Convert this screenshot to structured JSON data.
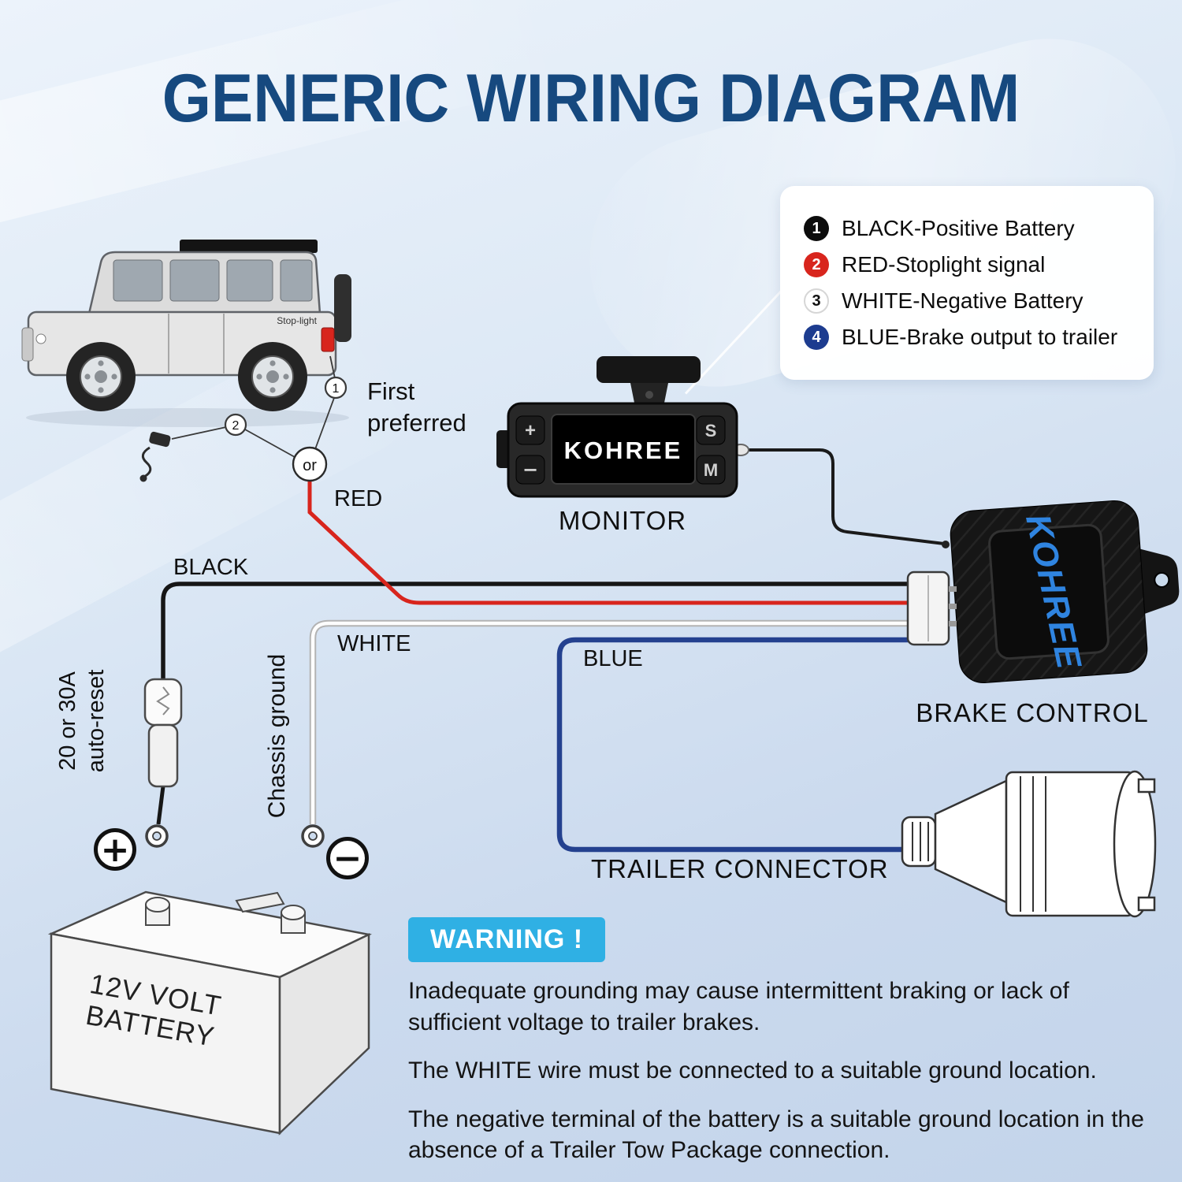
{
  "title": "GENERIC WIRING DIAGRAM",
  "colors": {
    "title_blue": "#16497f",
    "red_wire": "#d8251d",
    "black_wire": "#161616",
    "white_wire": "#ffffff",
    "blue_wire": "#24418f",
    "accent_cyan": "#2fb0e4",
    "legend_black": "#0c0c0c",
    "legend_red": "#d8251d",
    "legend_white": "#ffffff",
    "legend_blue": "#1d3c8f",
    "brand_blue": "#2f84e0"
  },
  "legend": {
    "items": [
      {
        "number": "1",
        "label": "BLACK-Positive Battery"
      },
      {
        "number": "2",
        "label": "RED-Stoplight signal"
      },
      {
        "number": "3",
        "label": "WHITE-Negative Battery"
      },
      {
        "number": "4",
        "label": "BLUE-Brake output to trailer"
      }
    ]
  },
  "vehicle": {
    "stoplight": "Stop-light",
    "marker_1": "1",
    "marker_2": "2",
    "or": "or",
    "first_preferred": "First preferred"
  },
  "wires": {
    "red": "RED",
    "black": "BLACK",
    "white": "WHITE",
    "blue": "BLUE",
    "chassis_ground": "Chassis ground",
    "fuse": "20 or 30A auto-reset"
  },
  "monitor": {
    "label": "MONITOR",
    "brand": "KOHREE",
    "btn_plus": "+",
    "btn_minus": "−",
    "btn_s": "S",
    "btn_m": "M"
  },
  "brake_control": {
    "label": "BRAKE CONTROL",
    "brand": "KOHREE"
  },
  "trailer_connector": {
    "label": "TRAILER CONNECTOR"
  },
  "battery": {
    "label": "12V VOLT BATTERY",
    "plus": "+",
    "minus": "−"
  },
  "warning": {
    "badge": "WARNING !",
    "p1": "Inadequate grounding may cause intermittent braking or lack of sufficient voltage to trailer brakes.",
    "p2": "The WHITE wire must be connected to a suitable ground location.",
    "p3": "The negative terminal of the battery is a suitable ground location in the absence of a Trailer Tow Package connection."
  }
}
